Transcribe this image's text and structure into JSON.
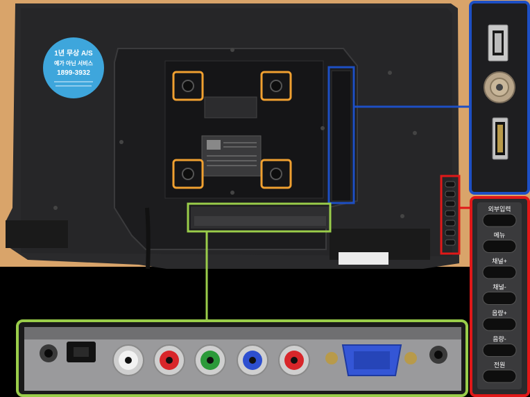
{
  "sticker": {
    "line1": "1년 무상 A/S",
    "line2": "예가 아닌 서비스",
    "line3": "1899-3932"
  },
  "side_buttons": [
    {
      "label": "외부입력"
    },
    {
      "label": "메뉴"
    },
    {
      "label": "채널+"
    },
    {
      "label": "채널-"
    },
    {
      "label": "음량+"
    },
    {
      "label": "음량-"
    },
    {
      "label": "전원"
    }
  ],
  "highlight_colors": {
    "vesa_mounts": "#f0a030",
    "side_ports": "#1d4fc4",
    "bottom_ports": "#9acd4a",
    "control_buttons": "#e01818"
  },
  "rca_jack_colors": [
    "#f2f2f2",
    "#d8262a",
    "#2c9a3a",
    "#2d4fd0",
    "#d8262a"
  ]
}
